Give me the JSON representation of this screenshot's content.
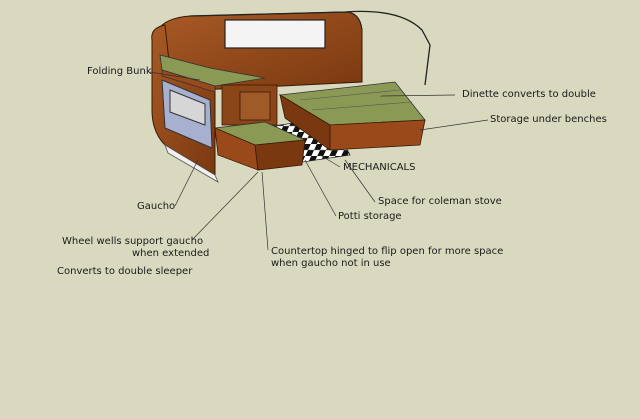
{
  "labels": {
    "folding_bunk": "Folding Bunk",
    "dinette": "Dinette converts to double",
    "storage": "Storage under benches",
    "mechanicals": "MECHANICALS",
    "coleman": "Space for coleman stove",
    "potti": "Potti storage",
    "gaucho": "Gaucho",
    "wheel_wells_line1": "Wheel wells support gaucho",
    "wheel_wells_line2": "when extended",
    "converts": "Converts to double sleeper",
    "countertop_line1": "Countertop hinged to flip open for more space",
    "countertop_line2": "when gaucho not in use"
  },
  "colors": {
    "background": "#d9d9c0",
    "wood": "#9a4a1a",
    "cushion": "#8a9a55",
    "window_panel": "#a8b0d0",
    "floor_dark": "#111111",
    "floor_light": "#ffffff"
  }
}
